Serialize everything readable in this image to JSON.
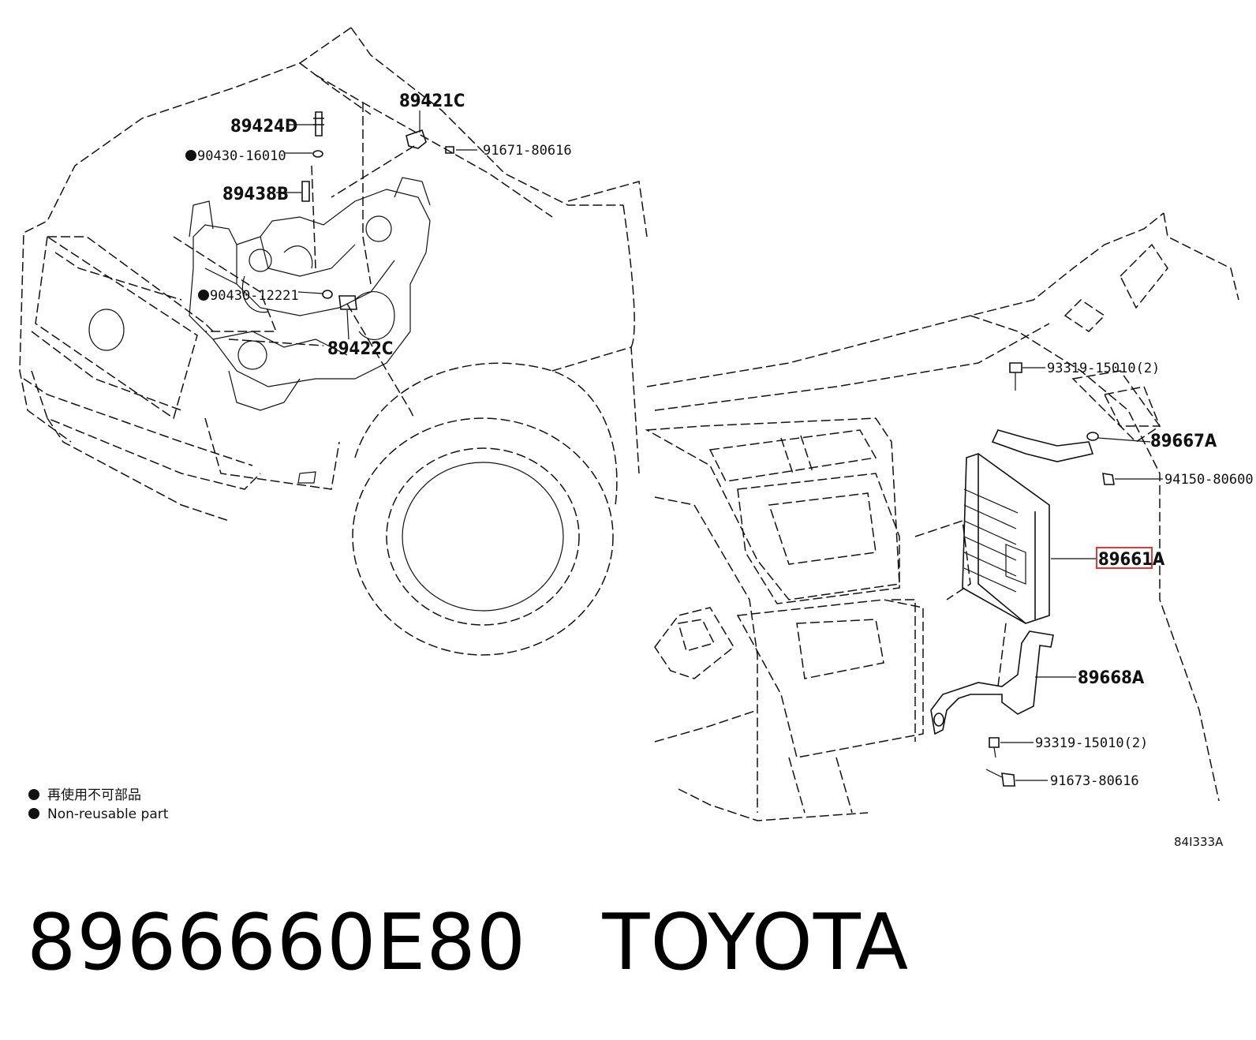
{
  "labels": {
    "p89424D": "89424D",
    "p89421C": "89421C",
    "p90430_16010": "90430-16010",
    "p91671_80616": "91671-80616",
    "p89438B": "89438B",
    "p90430_12221": "90430-12221",
    "p89422C": "89422C",
    "p93319_top": "93319-15010(2)",
    "p89667A": "89667A",
    "p94150_80600": "94150-80600",
    "p89661A": "89661A",
    "p89668A": "89668A",
    "p93319_bottom": "93319-15010(2)",
    "p91673_80616": "91673-80616"
  },
  "legend": {
    "line_jp": "再使用不可部品",
    "line_en": "Non-reusable part"
  },
  "figure_id": "84I333A",
  "caption": {
    "part_number": "8966660E80",
    "brand": "TOYOTA"
  },
  "colors": {
    "highlight": "#e53935",
    "line": "#111111"
  }
}
